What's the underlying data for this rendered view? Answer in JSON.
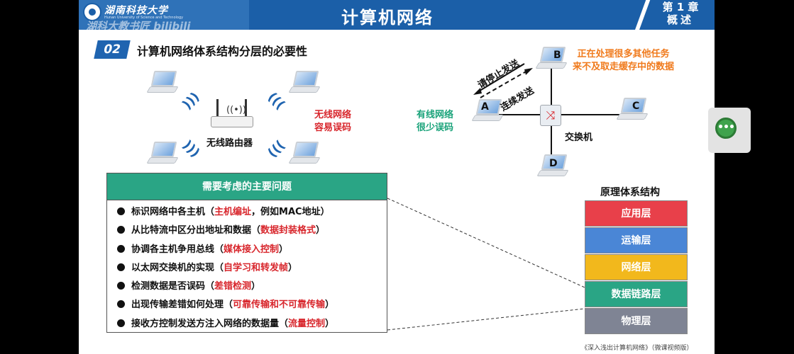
{
  "header": {
    "university": "湖南科技大学",
    "university_en": "Hunan University of Science and Technology",
    "watermark": "湖科大教书匠 bilibili",
    "title": "计算机网络",
    "chapter_line1": "第 1 章",
    "chapter_line2": "概述"
  },
  "section": {
    "number": "02",
    "title": "计算机网络体系结构分层的必要性"
  },
  "wireless": {
    "router_label": "无线路由器",
    "note_line1": "无线网络",
    "note_line2": "容易误码"
  },
  "topology": {
    "nodes": {
      "a": "A",
      "b": "B",
      "c": "C",
      "d": "D"
    },
    "switch_label": "交换机",
    "stop_text": "请停止发送",
    "continue_text": "连续发送",
    "wired_note_line1": "有线网络",
    "wired_note_line2": "很少误码",
    "busy_note_line1": "正在处理很多其他任务",
    "busy_note_line2": "来不及取走缓存中的数据"
  },
  "issues": {
    "heading": "需要考虑的主要问题",
    "items": [
      {
        "pre": "标识网络中各主机（",
        "hl": "主机编址",
        "post": "，例如MAC地址）"
      },
      {
        "pre": "从比特流中区分出地址和数据（",
        "hl": "数据封装格式",
        "post": "）"
      },
      {
        "pre": "协调各主机争用总线（",
        "hl": "媒体接入控制",
        "post": "）"
      },
      {
        "pre": "以太网交换机的实现（",
        "hl": "自学习和转发帧",
        "post": "）"
      },
      {
        "pre": "检测数据是否误码（",
        "hl": "差错检测",
        "post": "）"
      },
      {
        "pre": "出现传输差错如何处理（",
        "hl": "可靠传输和不可靠传输",
        "post": "）"
      },
      {
        "pre": "接收方控制发送方注入网络的数据量（",
        "hl": "流量控制",
        "post": "）"
      }
    ]
  },
  "layers": {
    "title": "原理体系结构",
    "items": [
      {
        "name": "应用层",
        "color": "#e8404a"
      },
      {
        "name": "运输层",
        "color": "#4a86d6"
      },
      {
        "name": "网络层",
        "color": "#f2b81c"
      },
      {
        "name": "数据链路层",
        "color": "#2aa585"
      },
      {
        "name": "物理层",
        "color": "#7f8494"
      }
    ]
  },
  "footer": "《深入浅出计算机网络》（微课视频版）",
  "widget": {
    "label": "•••"
  }
}
